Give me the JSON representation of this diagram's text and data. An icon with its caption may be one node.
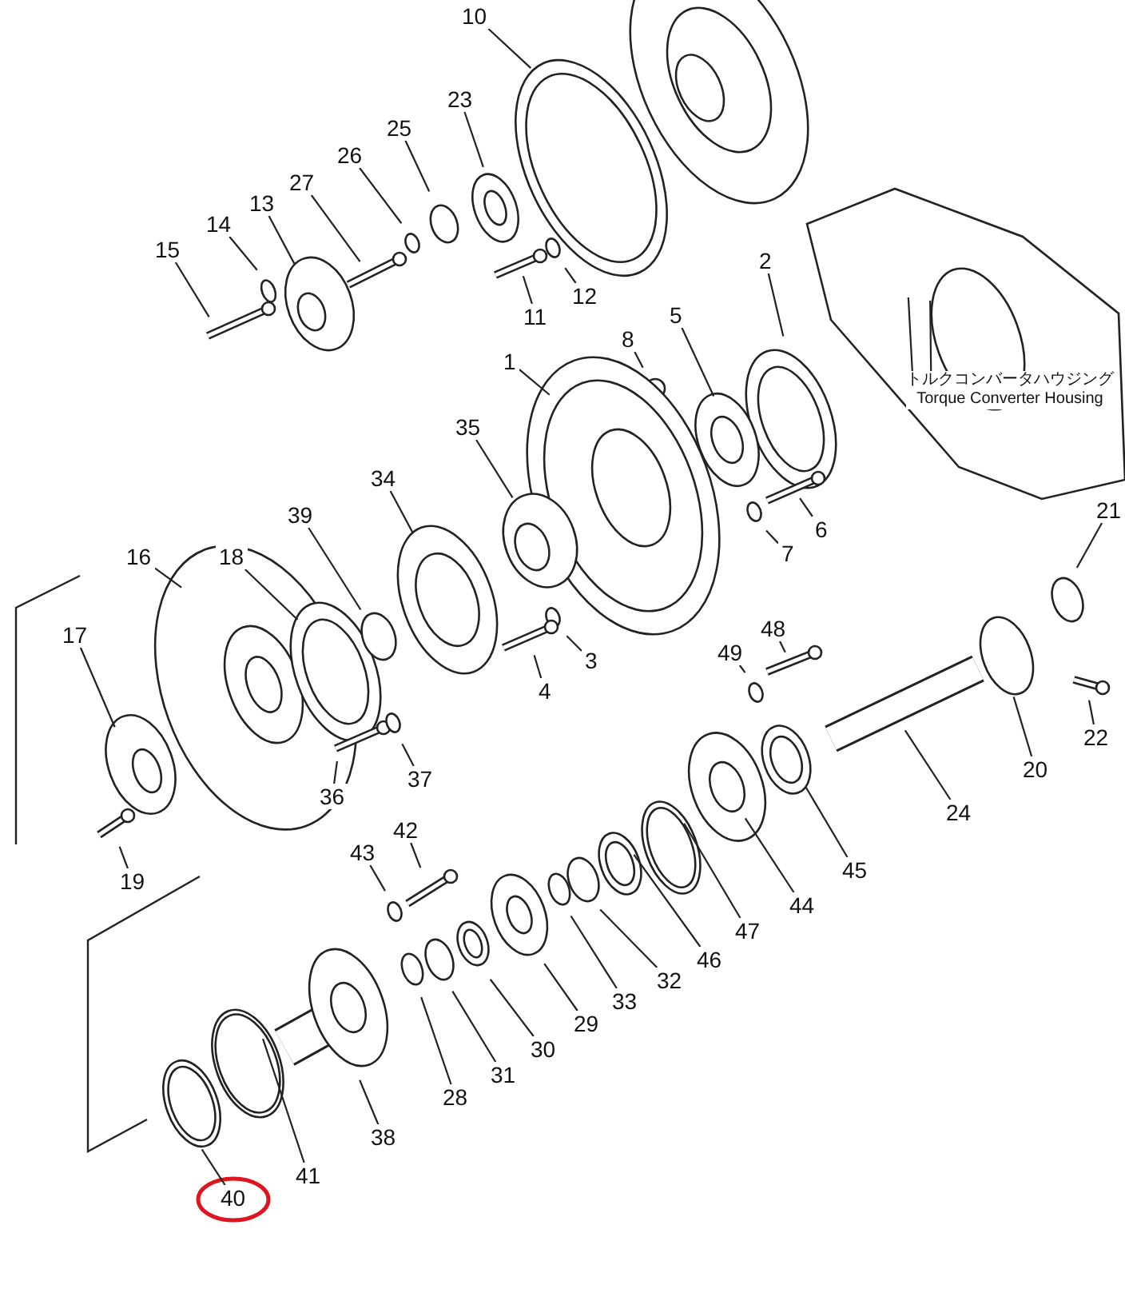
{
  "diagram": {
    "nodes": [
      {
        "text": [
          "10"
        ]
      },
      {
        "text": [
          "23"
        ]
      },
      {
        "text": [
          "25"
        ]
      },
      {
        "text": [
          "26"
        ]
      },
      {
        "text": [
          "27"
        ]
      },
      {
        "text": [
          "13"
        ]
      },
      {
        "text": [
          "14"
        ]
      },
      {
        "text": [
          "15"
        ]
      },
      {
        "text": [
          "11"
        ]
      },
      {
        "text": [
          "12"
        ]
      },
      {
        "text": [
          "8"
        ]
      },
      {
        "text": [
          "5"
        ]
      },
      {
        "text": [
          "2"
        ]
      },
      {
        "text": [
          "トルクコンバータハウジング",
          "Torque Converter Housing"
        ]
      },
      {
        "text": [
          "1"
        ]
      },
      {
        "text": [
          "35"
        ]
      },
      {
        "text": [
          "34"
        ]
      },
      {
        "text": [
          "39"
        ]
      },
      {
        "text": [
          "18"
        ]
      },
      {
        "text": [
          "16"
        ]
      },
      {
        "text": [
          "17"
        ]
      },
      {
        "text": [
          "19"
        ]
      },
      {
        "text": [
          "36"
        ]
      },
      {
        "text": [
          "37"
        ]
      },
      {
        "text": [
          "4"
        ]
      },
      {
        "text": [
          "3"
        ]
      },
      {
        "text": [
          "7"
        ]
      },
      {
        "text": [
          "6"
        ]
      },
      {
        "text": [
          "21"
        ]
      },
      {
        "text": [
          "48"
        ]
      },
      {
        "text": [
          "49"
        ]
      },
      {
        "text": [
          "22"
        ]
      },
      {
        "text": [
          "20"
        ]
      },
      {
        "text": [
          "24"
        ]
      },
      {
        "text": [
          "45"
        ]
      },
      {
        "text": [
          "44"
        ]
      },
      {
        "text": [
          "47"
        ]
      },
      {
        "text": [
          "46"
        ]
      },
      {
        "text": [
          "32"
        ]
      },
      {
        "text": [
          "33"
        ]
      },
      {
        "text": [
          "29"
        ]
      },
      {
        "text": [
          "30"
        ]
      },
      {
        "text": [
          "31"
        ]
      },
      {
        "text": [
          "28"
        ]
      },
      {
        "text": [
          "38"
        ]
      },
      {
        "text": [
          "41"
        ]
      },
      {
        "text": [
          "43"
        ]
      },
      {
        "text": [
          "42"
        ]
      },
      {
        "text": [
          "40"
        ]
      }
    ],
    "edges": [
      {
        "from": 0,
        "to": null,
        "arrow": "none"
      },
      {
        "from": 1,
        "to": null,
        "arrow": "none"
      },
      {
        "from": 2,
        "to": null,
        "arrow": "none"
      },
      {
        "from": 3,
        "to": null,
        "arrow": "none"
      },
      {
        "from": 4,
        "to": null,
        "arrow": "none"
      },
      {
        "from": 5,
        "to": null,
        "arrow": "none"
      },
      {
        "from": 6,
        "to": null,
        "arrow": "none"
      },
      {
        "from": 7,
        "to": null,
        "arrow": "none"
      },
      {
        "from": 8,
        "to": null,
        "arrow": "none"
      },
      {
        "from": 9,
        "to": null,
        "arrow": "none"
      },
      {
        "from": 10,
        "to": null,
        "arrow": "none"
      },
      {
        "from": 11,
        "to": null,
        "arrow": "none"
      },
      {
        "from": 12,
        "to": null,
        "arrow": "none"
      },
      {
        "from": 13,
        "to": null,
        "arrow": "none"
      },
      {
        "from": 13,
        "to": null,
        "arrow": "none"
      },
      {
        "from": 14,
        "to": null,
        "arrow": "none"
      },
      {
        "from": 15,
        "to": null,
        "arrow": "none"
      },
      {
        "from": 16,
        "to": null,
        "arrow": "none"
      },
      {
        "from": 17,
        "to": null,
        "arrow": "none"
      },
      {
        "from": 18,
        "to": null,
        "arrow": "none"
      },
      {
        "from": 19,
        "to": null,
        "arrow": "none"
      },
      {
        "from": 20,
        "to": null,
        "arrow": "none"
      },
      {
        "from": 21,
        "to": null,
        "arrow": "none"
      },
      {
        "from": 22,
        "to": null,
        "arrow": "none"
      },
      {
        "from": 23,
        "to": null,
        "arrow": "none"
      },
      {
        "from": 24,
        "to": null,
        "arrow": "none"
      },
      {
        "from": 25,
        "to": null,
        "arrow": "none"
      },
      {
        "from": 26,
        "to": null,
        "arrow": "none"
      },
      {
        "from": 27,
        "to": null,
        "arrow": "none"
      },
      {
        "from": 28,
        "to": null,
        "arrow": "none"
      },
      {
        "from": 29,
        "to": null,
        "arrow": "none"
      },
      {
        "from": 30,
        "to": null,
        "arrow": "none"
      },
      {
        "from": 31,
        "to": null,
        "arrow": "none"
      },
      {
        "from": 32,
        "to": null,
        "arrow": "none"
      },
      {
        "from": 33,
        "to": null,
        "arrow": "none"
      },
      {
        "from": 34,
        "to": null,
        "arrow": "none"
      },
      {
        "from": 35,
        "to": null,
        "arrow": "none"
      },
      {
        "from": 36,
        "to": null,
        "arrow": "none"
      },
      {
        "from": 37,
        "to": null,
        "arrow": "none"
      },
      {
        "from": 38,
        "to": null,
        "arrow": "none"
      },
      {
        "from": 39,
        "to": null,
        "arrow": "none"
      },
      {
        "from": 40,
        "to": null,
        "arrow": "none"
      },
      {
        "from": 41,
        "to": null,
        "arrow": "none"
      },
      {
        "from": 42,
        "to": null,
        "arrow": "none"
      },
      {
        "from": 43,
        "to": null,
        "arrow": "none"
      },
      {
        "from": 44,
        "to": null,
        "arrow": "none"
      },
      {
        "from": 45,
        "to": null,
        "arrow": "none"
      },
      {
        "from": 46,
        "to": null,
        "arrow": "none"
      },
      {
        "from": 47,
        "to": null,
        "arrow": "none"
      },
      {
        "from": 48,
        "to": null,
        "arrow": "none"
      }
    ]
  }
}
